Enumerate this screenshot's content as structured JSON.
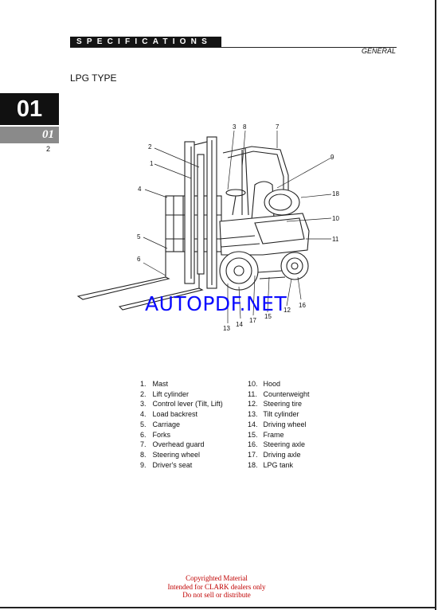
{
  "header": {
    "section": "SPECIFICATIONS",
    "category": "GENERAL"
  },
  "title": "LPG TYPE",
  "tab": {
    "chapter": "01",
    "sub": "01",
    "page": "2"
  },
  "diagram": {
    "callouts": [
      "1",
      "2",
      "3",
      "8",
      "7",
      "9",
      "18",
      "10",
      "11",
      "4",
      "5",
      "6",
      "13",
      "14",
      "17",
      "15",
      "12",
      "16"
    ]
  },
  "watermark": "AUTOPDF.NET",
  "parts": {
    "left": [
      {
        "num": "1.",
        "name": "Mast"
      },
      {
        "num": "2.",
        "name": "Lift cylinder"
      },
      {
        "num": "3.",
        "name": "Control lever (Tilt, Lift)"
      },
      {
        "num": "4.",
        "name": "Load backrest"
      },
      {
        "num": "5.",
        "name": "Carriage"
      },
      {
        "num": "6.",
        "name": "Forks"
      },
      {
        "num": "7.",
        "name": "Overhead guard"
      },
      {
        "num": "8.",
        "name": "Steering wheel"
      },
      {
        "num": "9.",
        "name": "Driver's seat"
      }
    ],
    "right": [
      {
        "num": "10.",
        "name": "Hood"
      },
      {
        "num": "11.",
        "name": "Counterweight"
      },
      {
        "num": "12.",
        "name": "Steering tire"
      },
      {
        "num": "13.",
        "name": "Tilt cylinder"
      },
      {
        "num": "14.",
        "name": "Driving wheel"
      },
      {
        "num": "15.",
        "name": "Frame"
      },
      {
        "num": "16.",
        "name": "Steering axle"
      },
      {
        "num": "17.",
        "name": "Driving axle"
      },
      {
        "num": "18.",
        "name": "LPG tank"
      }
    ]
  },
  "copyright": {
    "line1": "Copyrighted Material",
    "line2": "Intended for CLARK dealers only",
    "line3": "Do not sell or distribute"
  }
}
